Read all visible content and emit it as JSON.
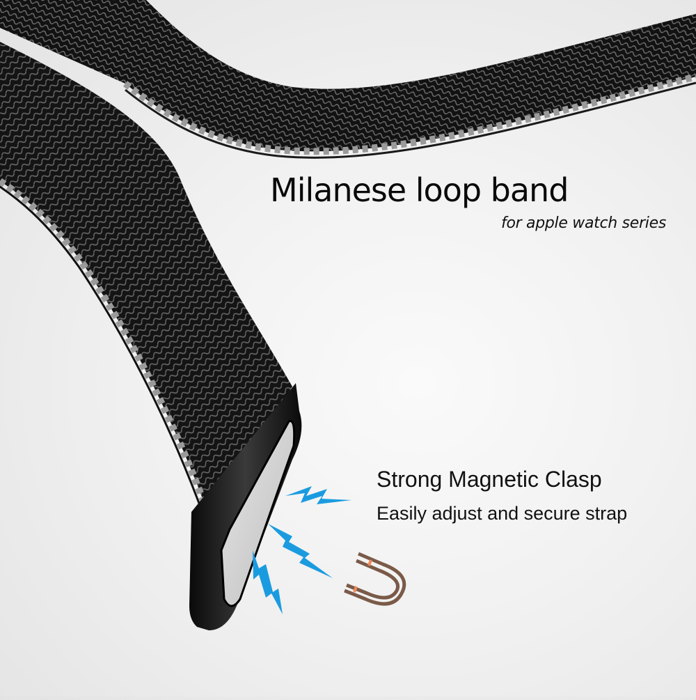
{
  "product": {
    "title": "Milanese loop band",
    "subtitle": "for apple watch series"
  },
  "feature": {
    "title": "Strong Magnetic Clasp",
    "description": "Easily adjust and secure strap"
  },
  "icons": {
    "lightning": "lightning-bolt-icon",
    "magnet": "horseshoe-magnet-icon"
  },
  "colors": {
    "background": "#f1f1f1",
    "band": "#1a1a1a",
    "lightning": "#1a9be0",
    "magnet_body": "#7a5a48",
    "magnet_tip": "#f08a5a",
    "text": "#111111"
  }
}
